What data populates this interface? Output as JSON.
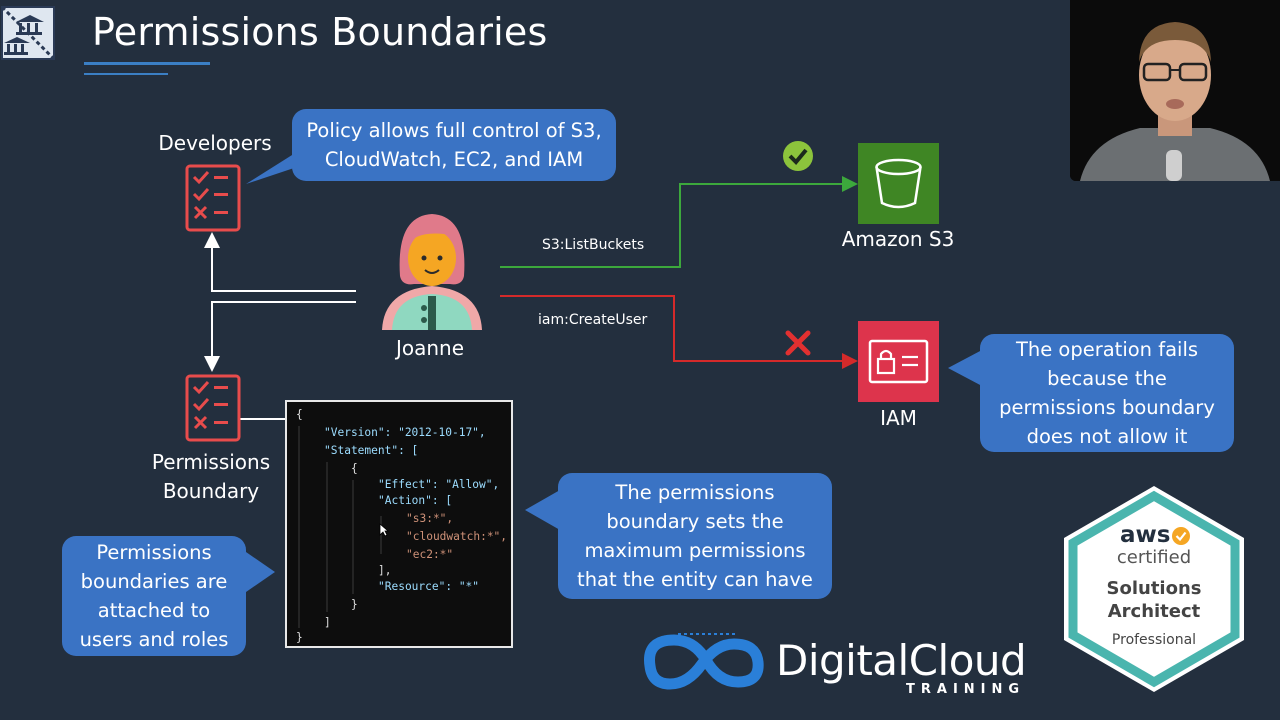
{
  "slide": {
    "title": "Permissions Boundaries"
  },
  "labels": {
    "developers": "Developers",
    "joanne": "Joanne",
    "permissions_boundary_1": "Permissions",
    "permissions_boundary_2": "Boundary",
    "amazon_s3": "Amazon S3",
    "iam": "IAM"
  },
  "edges": {
    "s3_action": "S3:ListBuckets",
    "iam_action": "iam:CreateUser"
  },
  "callouts": {
    "policy": [
      "Policy allows full control of S3,",
      "CloudWatch, EC2, and IAM"
    ],
    "fails": [
      "The operation fails",
      "because the",
      "permissions boundary",
      "does not allow it"
    ],
    "boundary_sets": [
      "The permissions",
      "boundary sets the",
      "maximum permissions",
      "that the entity can have"
    ],
    "attached": [
      "Permissions",
      "boundaries are",
      "attached to",
      "users and roles"
    ]
  },
  "policy_json": {
    "lines": [
      "{",
      "\"Version\": \"2012-10-17\",",
      "\"Statement\": [",
      "{",
      "\"Effect\": \"Allow\",",
      "\"Action\": [",
      "\"s3:*\",",
      "\"cloudwatch:*\",",
      "\"ec2:*\"",
      "],",
      "\"Resource\": \"*\"",
      "}",
      "]",
      "}"
    ]
  },
  "brand": {
    "logo_main": "DigitalCloud",
    "logo_sub": "TRAINING"
  },
  "badge": {
    "aws": "aws",
    "certified": "certified",
    "line1": "Solutions",
    "line2": "Architect",
    "level": "Professional"
  },
  "colors": {
    "background": "#232f3e",
    "callout": "#3a73c4",
    "allow_line": "#3ca83c",
    "deny_line": "#d42a2a",
    "s3": "#3f8624",
    "iam": "#dd344c",
    "checklist": "#e84c4c"
  }
}
